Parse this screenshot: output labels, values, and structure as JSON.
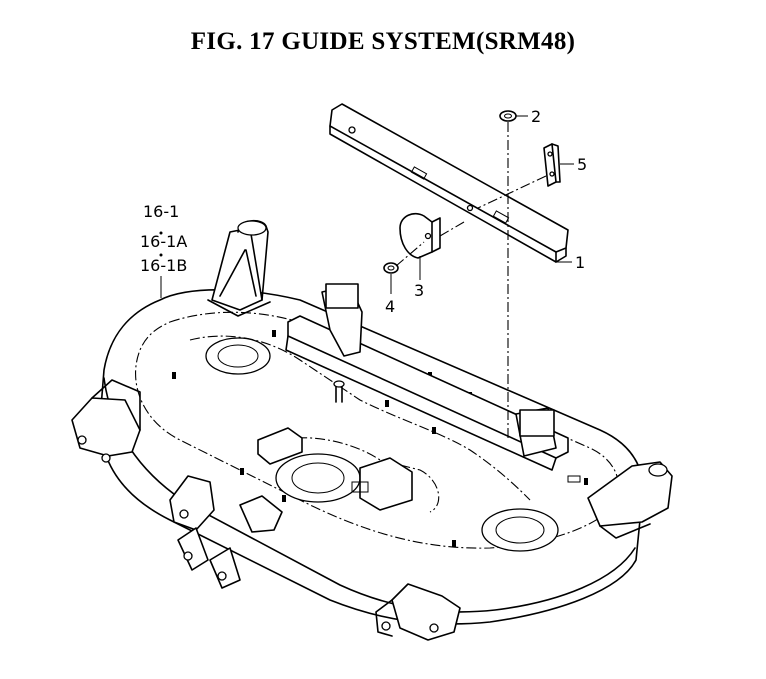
{
  "title": "FIG. 17  GUIDE SYSTEM(SRM48)",
  "callouts": {
    "c1": "1",
    "c2": "2",
    "c3": "3",
    "c4": "4",
    "c5": "5",
    "c16_1": "16-1",
    "c16_1a": "16-1A",
    "c16_1b": "16-1B"
  }
}
